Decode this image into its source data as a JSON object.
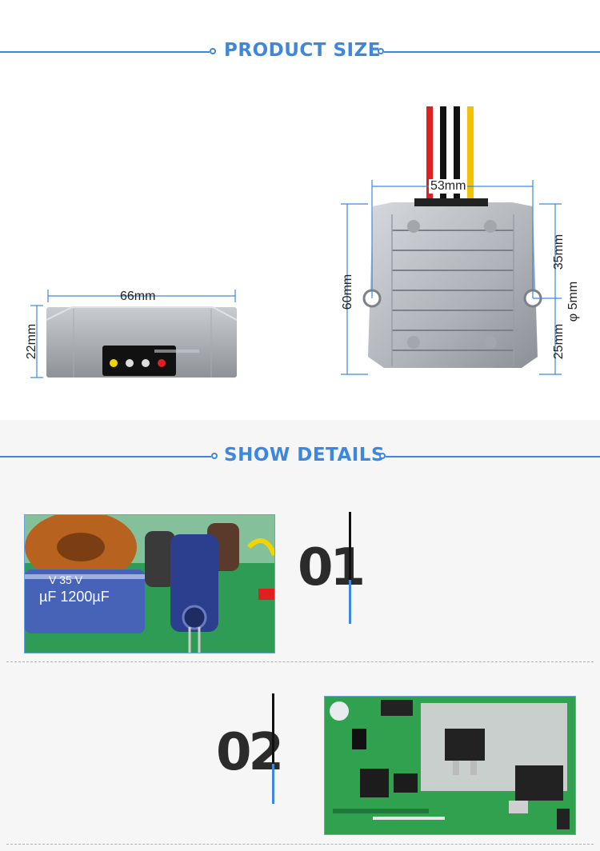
{
  "sections": {
    "product_size": {
      "title": "PRODUCT SIZE",
      "side_view": {
        "width_label": "66mm",
        "height_label": "22mm"
      },
      "top_view": {
        "width_label": "53mm",
        "height_label": "60mm",
        "upper_label": "35mm",
        "lower_label": "25mm",
        "hole_label": "φ 5mm"
      }
    },
    "show_details": {
      "title": "SHOW DETAILS",
      "items": [
        {
          "number": "01"
        },
        {
          "number": "02"
        }
      ]
    }
  },
  "colors": {
    "accent_blue": "#3d87e0",
    "number_dark": "#2b2b2b",
    "wire_red": "#e02020",
    "wire_black": "#111111",
    "wire_yellow": "#f2c200"
  }
}
